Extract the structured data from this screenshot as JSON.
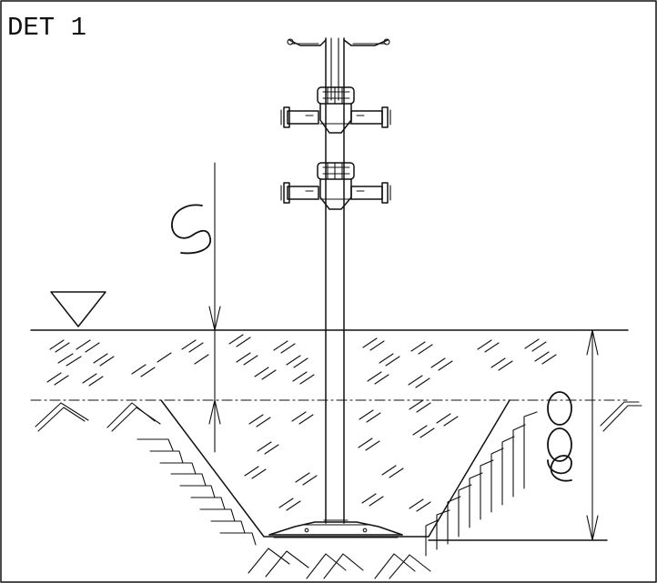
{
  "drawing": {
    "title": "DET 1",
    "spacing_label": "S",
    "depth_label": "600"
  }
}
